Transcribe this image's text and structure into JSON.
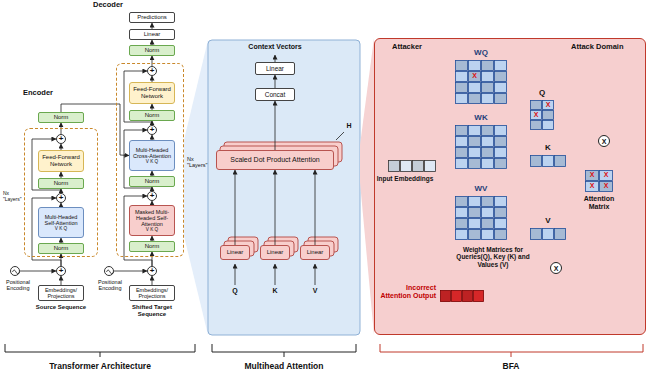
{
  "diagram": {
    "nodes": [
      {
        "text": [
          "Predictions"
        ]
      },
      {
        "text": [
          "Linear"
        ]
      },
      {
        "text": [
          "Norm"
        ]
      },
      {
        "text": [
          "Nx \"Layers\""
        ]
      },
      {
        "text": [
          "+"
        ],
        "in": 3
      },
      {
        "text": [
          "Feed-Forward Network"
        ],
        "in": 3
      },
      {
        "text": [
          "Norm"
        ],
        "in": 3
      },
      {
        "text": [
          "+"
        ],
        "in": 3
      },
      {
        "text": [
          "Multi-Headed Cross-Attention",
          "V K Q"
        ],
        "in": 3
      },
      {
        "text": [
          "Norm"
        ],
        "in": 3
      },
      {
        "text": [
          "+"
        ],
        "in": 3
      },
      {
        "text": [
          "Masked Multi-Headed Self-Attention",
          "V K Q"
        ],
        "in": 3
      },
      {
        "text": [
          "Norm"
        ],
        "in": 3
      },
      {
        "text": [
          "Embeddings/ Projections"
        ]
      },
      {
        "text": [
          "Positional Encoding"
        ]
      },
      {
        "text": [
          "+"
        ]
      },
      {
        "text": [
          "Norm"
        ]
      },
      {
        "text": [
          "Nx \"Layers\""
        ]
      },
      {
        "text": [
          "+"
        ],
        "in": 17
      },
      {
        "text": [
          "Feed-Forward Network"
        ],
        "in": 17
      },
      {
        "text": [
          "Norm"
        ],
        "in": 17
      },
      {
        "text": [
          "+"
        ],
        "in": 17
      },
      {
        "text": [
          "Multi-Headed Self-Attention",
          "V K Q"
        ],
        "in": 17
      },
      {
        "text": [
          "Norm"
        ],
        "in": 17
      },
      {
        "text": [
          "Embeddings/ Projections"
        ]
      },
      {
        "text": [
          "Positional Encoding"
        ]
      },
      {
        "text": [
          "+"
        ]
      },
      {
        "text": [
          "Linear"
        ]
      },
      {
        "text": [
          "Concat"
        ]
      },
      {
        "text": [
          "Scaled Dot Product Attention"
        ]
      },
      {
        "text": [
          "Linear"
        ]
      },
      {
        "text": [
          "Linear"
        ]
      },
      {
        "text": [
          "Linear"
        ]
      },
      {
        "text": [
          "Attack Domain"
        ]
      },
      {
        "text": [
          "WQ",
          "X"
        ],
        "in": 33
      },
      {
        "text": [
          "WK"
        ],
        "in": 33
      },
      {
        "text": [
          "WV"
        ],
        "in": 33
      },
      {
        "text": [
          "Q",
          "X",
          "X"
        ],
        "in": 33
      },
      {
        "text": [
          "K"
        ],
        "in": 33
      },
      {
        "text": [
          "V"
        ],
        "in": 33
      },
      {
        "text": [
          "Input Embeddings"
        ],
        "in": 33
      },
      {
        "text": [
          "X"
        ],
        "in": 33
      },
      {
        "text": [
          "Attention Matrix",
          "X",
          "X",
          "X",
          "X"
        ],
        "in": 33
      },
      {
        "text": [
          "X"
        ],
        "in": 33
      },
      {
        "text": [
          "Incorrect Attention Output"
        ],
        "in": 33
      }
    ],
    "edges": [
      {
        "from": 1,
        "to": 0,
        "arrow": "to"
      },
      {
        "from": 2,
        "to": 1,
        "arrow": "to"
      },
      {
        "from": 4,
        "to": 2,
        "arrow": "to"
      },
      {
        "from": 5,
        "to": 4,
        "arrow": "to"
      },
      {
        "from": 6,
        "to": 5,
        "arrow": "to"
      },
      {
        "from": 7,
        "to": 6,
        "arrow": "to"
      },
      {
        "from": 8,
        "to": 7,
        "arrow": "to"
      },
      {
        "from": 9,
        "to": 8,
        "arrow": "to"
      },
      {
        "from": 10,
        "to": 9,
        "arrow": "to"
      },
      {
        "from": 11,
        "to": 10,
        "arrow": "to"
      },
      {
        "from": 12,
        "to": 11,
        "arrow": "to"
      },
      {
        "from": 15,
        "to": 12,
        "arrow": "to"
      },
      {
        "from": 13,
        "to": 15,
        "arrow": "to"
      },
      {
        "from": 14,
        "to": 15,
        "arrow": "to"
      },
      {
        "from": 15,
        "to": 10,
        "arrow": "to"
      },
      {
        "from": 10,
        "to": 7,
        "arrow": "to"
      },
      {
        "from": 7,
        "to": 4,
        "arrow": "to"
      },
      {
        "from": 24,
        "to": 26,
        "arrow": "to"
      },
      {
        "from": 25,
        "to": 26,
        "arrow": "to"
      },
      {
        "from": 26,
        "to": 23,
        "arrow": "to"
      },
      {
        "from": 23,
        "to": 22,
        "arrow": "to"
      },
      {
        "from": 22,
        "to": 21,
        "arrow": "to"
      },
      {
        "from": 21,
        "to": 20,
        "arrow": "to"
      },
      {
        "from": 20,
        "to": 19,
        "arrow": "to"
      },
      {
        "from": 19,
        "to": 18,
        "arrow": "to"
      },
      {
        "from": 18,
        "to": 16,
        "arrow": "to"
      },
      {
        "from": 26,
        "to": 21,
        "arrow": "to"
      },
      {
        "from": 21,
        "to": 18,
        "arrow": "to"
      },
      {
        "from": 16,
        "to": 8,
        "arrow": "to"
      },
      {
        "from": 30,
        "to": 29,
        "arrow": "to"
      },
      {
        "from": 31,
        "to": 29,
        "arrow": "to"
      },
      {
        "from": 32,
        "to": 29,
        "arrow": "to"
      },
      {
        "from": 29,
        "to": 28,
        "arrow": "to"
      },
      {
        "from": 28,
        "to": 27,
        "arrow": "to"
      },
      {
        "from": 40,
        "to": 34,
        "arrow": "to"
      },
      {
        "from": 40,
        "to": 35,
        "arrow": "to"
      },
      {
        "from": 40,
        "to": 36,
        "arrow": "to"
      },
      {
        "from": 34,
        "to": 37,
        "arrow": "to"
      },
      {
        "from": 35,
        "to": 38,
        "arrow": "to"
      },
      {
        "from": 36,
        "to": 39,
        "arrow": "to"
      },
      {
        "from": 37,
        "to": 41,
        "arrow": "to"
      },
      {
        "from": 38,
        "to": 41,
        "arrow": "to"
      },
      {
        "from": 41,
        "to": 42,
        "arrow": "to"
      },
      {
        "from": 42,
        "to": 43,
        "arrow": "to"
      },
      {
        "from": 39,
        "to": 43,
        "arrow": "to"
      },
      {
        "from": 43,
        "to": 44,
        "arrow": "to"
      }
    ],
    "labels": [
      "Decoder",
      "Encoder",
      "Shifted Target Sequence",
      "Source Sequence",
      "Context Vectors",
      "H",
      "Q",
      "K",
      "V",
      "Attacker",
      "Weight Matrices for Queries(Q), Key (K) and Values (V)",
      "Transformer Architecture",
      "Multihead Attention",
      "BFA"
    ]
  }
}
